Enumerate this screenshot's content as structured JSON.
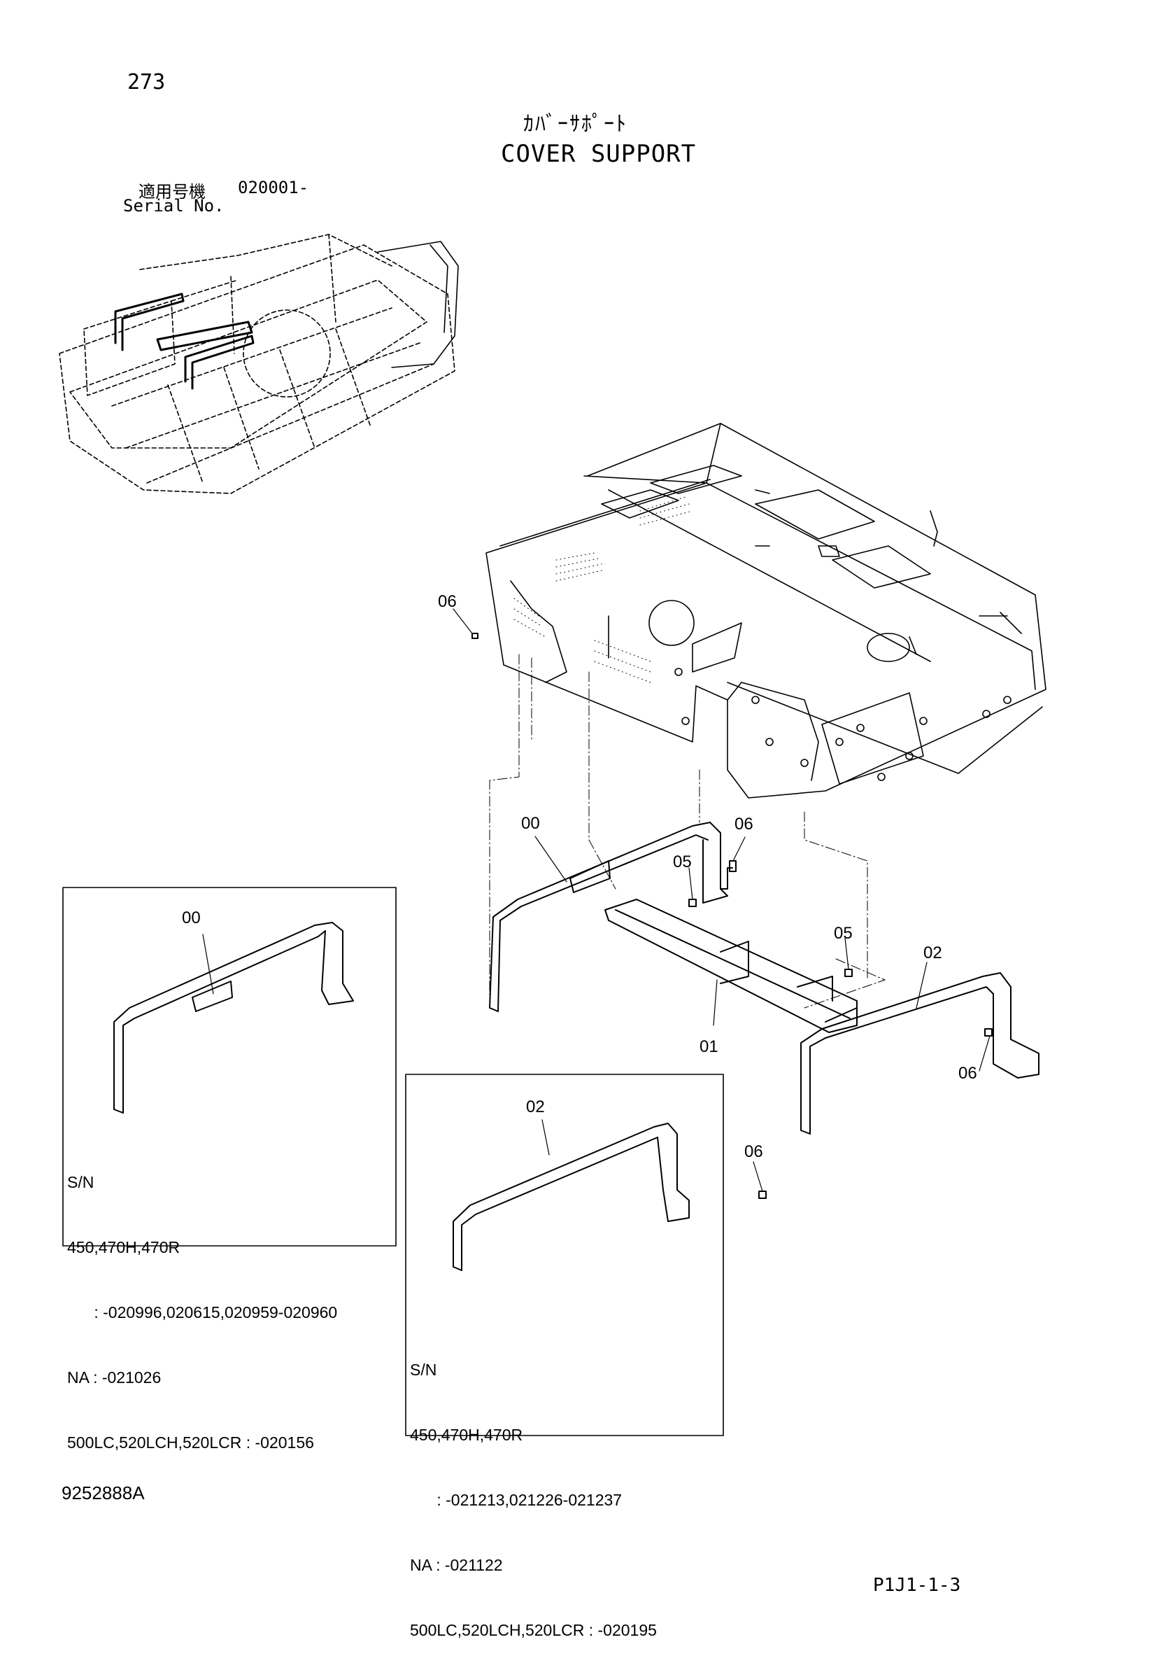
{
  "page_number": "273",
  "title_jp": "ｶﾊﾞｰｻﾎﾟｰﾄ",
  "title_en": "COVER SUPPORT",
  "serial": {
    "label_jp": "適用号機",
    "value": "020001-",
    "label_en": "Serial No."
  },
  "callouts": {
    "main_06_top": "06",
    "main_00": "00",
    "main_06_mid": "06",
    "main_05_a": "05",
    "main_05_b": "05",
    "main_02": "02",
    "main_01": "01",
    "main_06_right": "06",
    "main_06_low": "06",
    "box1_00": "00",
    "box2_02": "02"
  },
  "box1": {
    "lines": [
      "S/N",
      "450,470H,470R",
      "      : -020996,020615,020959-020960",
      "NA : -021026",
      "500LC,520LCH,520LCR : -020156"
    ]
  },
  "box2": {
    "lines": [
      "S/N",
      "450,470H,470R",
      "      : -021213,021226-021237",
      "NA : -021122",
      "500LC,520LCH,520LCR : -020195"
    ]
  },
  "doc_id": "9252888A",
  "page_ref": "P1J1-1-3"
}
